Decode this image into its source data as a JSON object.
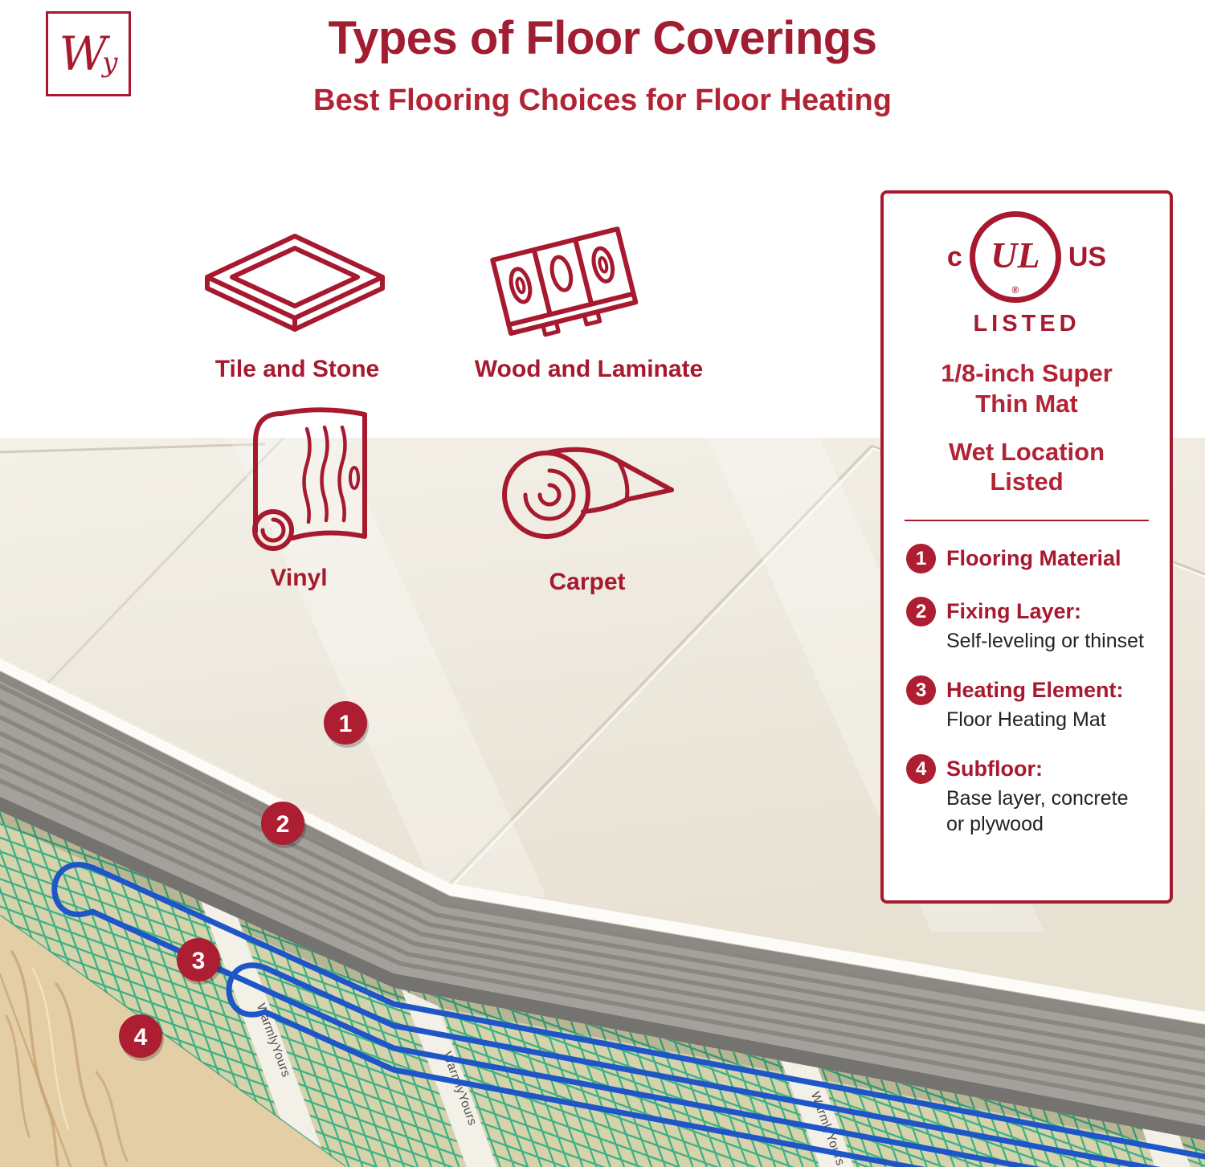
{
  "page": {
    "title": "Types of Floor Coverings",
    "subtitle": "Best Flooring Choices for Floor Heating"
  },
  "logo": {
    "w": "W",
    "y": "y"
  },
  "flooring_types": [
    {
      "icon": "tile-stone-icon",
      "label": "Tile and Stone"
    },
    {
      "icon": "wood-laminate-icon",
      "label": "Wood and Laminate"
    },
    {
      "icon": "vinyl-icon",
      "label": "Vinyl"
    },
    {
      "icon": "carpet-icon",
      "label": "Carpet"
    }
  ],
  "panel": {
    "certification": {
      "prefix": "c",
      "mark": "UL",
      "registered": "®",
      "suffix": "US",
      "listed": "LISTED"
    },
    "feature_lines": [
      "1/8-inch Super",
      "Thin Mat"
    ],
    "location_lines": [
      "Wet Location",
      "Listed"
    ],
    "layers": [
      {
        "num": "1",
        "label": "Flooring Material",
        "description": ""
      },
      {
        "num": "2",
        "label": "Fixing Layer:",
        "description": "Self-leveling or thinset"
      },
      {
        "num": "3",
        "label": "Heating Element:",
        "description": "Floor Heating Mat"
      },
      {
        "num": "4",
        "label": "Subfloor:",
        "description": "Base layer, concrete or plywood"
      }
    ]
  },
  "diagram": {
    "mat_brand": "WarmlyYours",
    "markers": [
      {
        "num": "1"
      },
      {
        "num": "2"
      },
      {
        "num": "3"
      },
      {
        "num": "4"
      }
    ]
  },
  "colors": {
    "brand_red": "#a6192e",
    "mesh_green": "#2fae80",
    "cable_blue": "#1e56c8",
    "tile_cream": "#efebe0",
    "thinset_gray": "#a3a19b",
    "wood_tan": "#e4cea6"
  }
}
